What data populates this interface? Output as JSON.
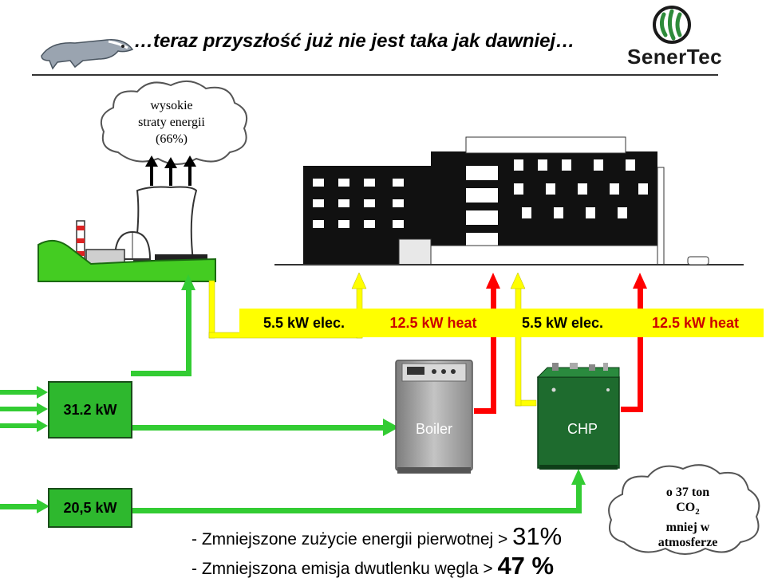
{
  "title": "…teraz przyszłość już nie jest taka jak dawniej…",
  "brand": "SenerTec",
  "loss_cloud": {
    "line1": "wysokie",
    "line2": "straty energii",
    "line3": "(66%)"
  },
  "output_labels": [
    {
      "text": "5.5 kW elec.",
      "color": "#000000"
    },
    {
      "text": "12.5 kW heat",
      "color": "#cc0000"
    },
    {
      "text": "5.5 kW elec.",
      "color": "#000000"
    },
    {
      "text": "12.5 kW heat",
      "color": "#cc0000"
    }
  ],
  "input_conventional": "31.2 kW",
  "input_chp": "20,5 kW",
  "devices": {
    "boiler": "Boiler",
    "chp": "CHP"
  },
  "savings": {
    "line1_text": "- Zmniejszone zużycie energii pierwotnej > ",
    "line1_value": "31%",
    "line2_text": "- Zmniejszona emisja dwutlenku węgla > ",
    "line2_value": "47 %"
  },
  "co2_cloud": {
    "line1": "o 37 ton",
    "line2_main": "CO",
    "line2_sub": "2",
    "line3": "mniej w",
    "line4": "atmosferze"
  },
  "colors": {
    "electricity_arrow": "#ffff00",
    "heat_arrow": "#ff0000",
    "fuel_arrow": "#33cc33",
    "label_box": "#ffff00",
    "input_box": "#2eb82e",
    "chp_unit": "#1e6b2e",
    "boiler_unit": "#a9a9a9"
  }
}
